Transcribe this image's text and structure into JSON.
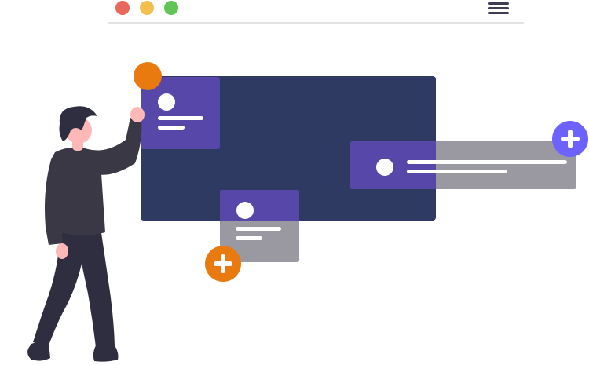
{
  "window": {
    "controls": [
      "close-dot",
      "minimize-dot",
      "maximize-dot"
    ],
    "menu_icon": "hamburger-menu-icon"
  },
  "colors": {
    "close": "#e8685e",
    "minimize": "#f4bf4f",
    "maximize": "#61c554",
    "board": "#2f3a62",
    "card_purple": "#5647a8",
    "card_gray": "#9a98a1",
    "accent_orange": "#e87a10",
    "accent_violet": "#6c63ff",
    "hair": "#2f2e41",
    "skin": "#ffb8b8",
    "shirt": "#3a3845",
    "pants": "#2f2e41",
    "divider": "#e3e3e3",
    "menu_icon": "#3f3d56"
  },
  "icons": {
    "add_left": "plus-icon",
    "add_right": "plus-icon",
    "pin": "orange-dot-marker"
  },
  "cards": [
    {
      "name": "card-top-left",
      "variant": "purple",
      "lines": 2
    },
    {
      "name": "card-bottom",
      "variant": "split",
      "lines": 2
    },
    {
      "name": "card-right",
      "variant": "split",
      "lines": 2
    }
  ],
  "person": {
    "pose": "standing-pointing-up"
  }
}
